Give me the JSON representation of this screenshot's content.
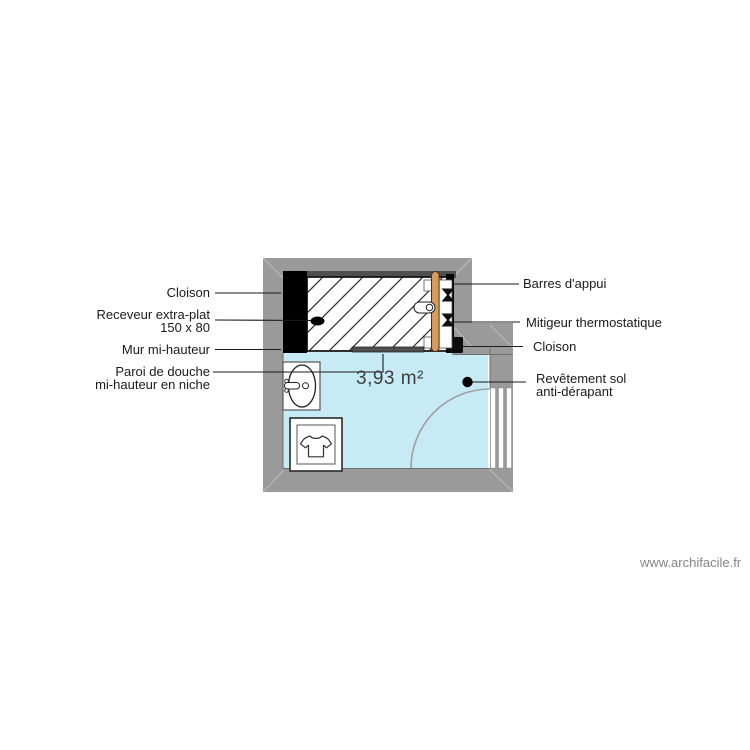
{
  "watermark": "www.archifacile.fr",
  "room": {
    "area_label": "3,93 m²"
  },
  "annotations": {
    "left": [
      {
        "line1": "Cloison",
        "line2": ""
      },
      {
        "line1": "Receveur extra-plat",
        "line2": "150 x 80"
      },
      {
        "line1": "Mur mi-hauteur",
        "line2": ""
      },
      {
        "line1": "Paroi de douche",
        "line2": "mi-hauteur en niche"
      }
    ],
    "right": [
      {
        "line1": "Barres d'appui",
        "line2": ""
      },
      {
        "line1": "Mitigeur thermostatique",
        "line2": ""
      },
      {
        "line1": "Cloison",
        "line2": ""
      },
      {
        "line1": "Revêtement sol",
        "line2": "anti-dérapant"
      }
    ]
  },
  "fixtures": {
    "shower_tray": "receveur-extra-plat-150x80",
    "grab_bar": "barre-appui",
    "mixer": "mitigeur-thermostatique",
    "shower_screen": "paroi-de-douche",
    "sink": "lavabo",
    "washing_machine": "lave-linge",
    "door": "porte-battante"
  },
  "colors": {
    "wall": "#9a9a9a",
    "floor": "#c7ebf5",
    "partition_black": "#000000",
    "screen_dark": "#4f4f4f",
    "grab_bar": "#d99b5b",
    "leader_line": "#1a1a1a"
  }
}
